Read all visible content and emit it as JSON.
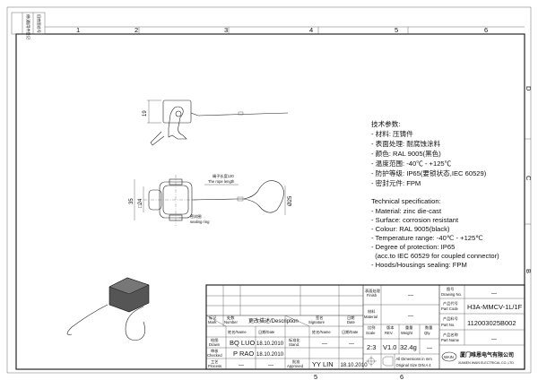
{
  "frame": {
    "columns": [
      "1",
      "2",
      "3",
      "4",
      "5",
      "6"
    ],
    "rows": [
      "B",
      "C",
      "D"
    ],
    "margin_labels": [
      "借(通)用件登记",
      "旧底图总号"
    ]
  },
  "drawing": {
    "dim_height": "19",
    "dim_width": "□24",
    "dim_overall": "35",
    "dim_ring": "Ø25",
    "rope_label_cn": "绳子长度120",
    "rope_label_en": "The rope length",
    "seal_label_cn": "密封圈",
    "seal_label_en": "sealing ring"
  },
  "spec_cn": {
    "title": "技术参数:",
    "items": [
      "- 材料: 压铸件",
      "- 表面处理: 耐腐蚀涂料",
      "- 颜色: RAL 9005(黑色)",
      "- 温度范围: -40℃ - +125℃",
      "- 防护等级: IP65(要锁状态,IEC 60529)",
      "- 密封元件: FPM"
    ]
  },
  "spec_en": {
    "title": "Technical specification:",
    "items": [
      "- Material: zinc die-cast",
      "- Surface: corrosion resistant",
      "- Colour: RAL 9005(black)",
      "- Temperature range: -40℃ - +125℃",
      "- Degree of protection: IP65",
      "  (acc.to IEC 60529 for coupled connector)",
      "- Hoods/Housings sealing: FPM"
    ]
  },
  "title_block": {
    "hdr": {
      "mark_cn": "标记",
      "mark": "Mark",
      "number_cn": "处数",
      "number": "Number",
      "desc": "更改描述/Description",
      "sig_cn": "签名",
      "sig": "Signature",
      "date_cn": "日期",
      "date": "Date"
    },
    "sub": {
      "name": "姓名/Name",
      "date": "日期/Date",
      "name2": "姓名/Name",
      "date2": "日期/Date"
    },
    "drawn": {
      "label_cn": "绘图",
      "label": "Drawn",
      "name": "BQ LUO",
      "date": "18.10.2010",
      "stand_cn": "标准化",
      "stand": "Stand.",
      "sig": "—",
      "sigdate": "—"
    },
    "checked": {
      "label_cn": "审核",
      "label": "Checked",
      "name": "P RAO",
      "date": "18.10.2010"
    },
    "process": {
      "label_cn": "工艺",
      "label": "Process",
      "name": "—",
      "date": "—",
      "approved_cn": "批准",
      "approved": "Approved",
      "appr_name": "YY LIN",
      "appr_date": "18.10.2010"
    },
    "finish": {
      "label_cn": "表面处理",
      "label": "Finish",
      "value": "—"
    },
    "material": {
      "label_cn": "材料",
      "label": "Material",
      "value": "—"
    },
    "scale": {
      "label_cn": "比例",
      "label": "Scale",
      "value": "2:3"
    },
    "rev": {
      "label_cn": "版本",
      "label": "REV.",
      "value": "V1.0"
    },
    "weight": {
      "label_cn": "重量",
      "label": "Weight",
      "value": "32.4g"
    },
    "qty": {
      "label_cn": "数量",
      "label": "Qty.",
      "value": "—"
    },
    "units_note": [
      "All Dimensions in mm",
      "Original Size DIN A 4"
    ],
    "drawing_no": {
      "label_cn": "图号",
      "label": "Drawing No.",
      "value": "—"
    },
    "part_code": {
      "label_cn": "产品代号",
      "label": "Part Code",
      "value": "H3A-MMCV-1L/1F"
    },
    "part_no": {
      "label_cn": "产品料号",
      "label": "Part No.",
      "value": "112003025B002"
    },
    "part_name": {
      "label_cn": "产品名称",
      "label": "Part Name",
      "value": "—"
    },
    "company_cn": "厦门唯恩电气有限公司",
    "company_en": "XIAMEN WAIN ELECTRICAL CO.,LTD",
    "logo": "WAIN"
  }
}
